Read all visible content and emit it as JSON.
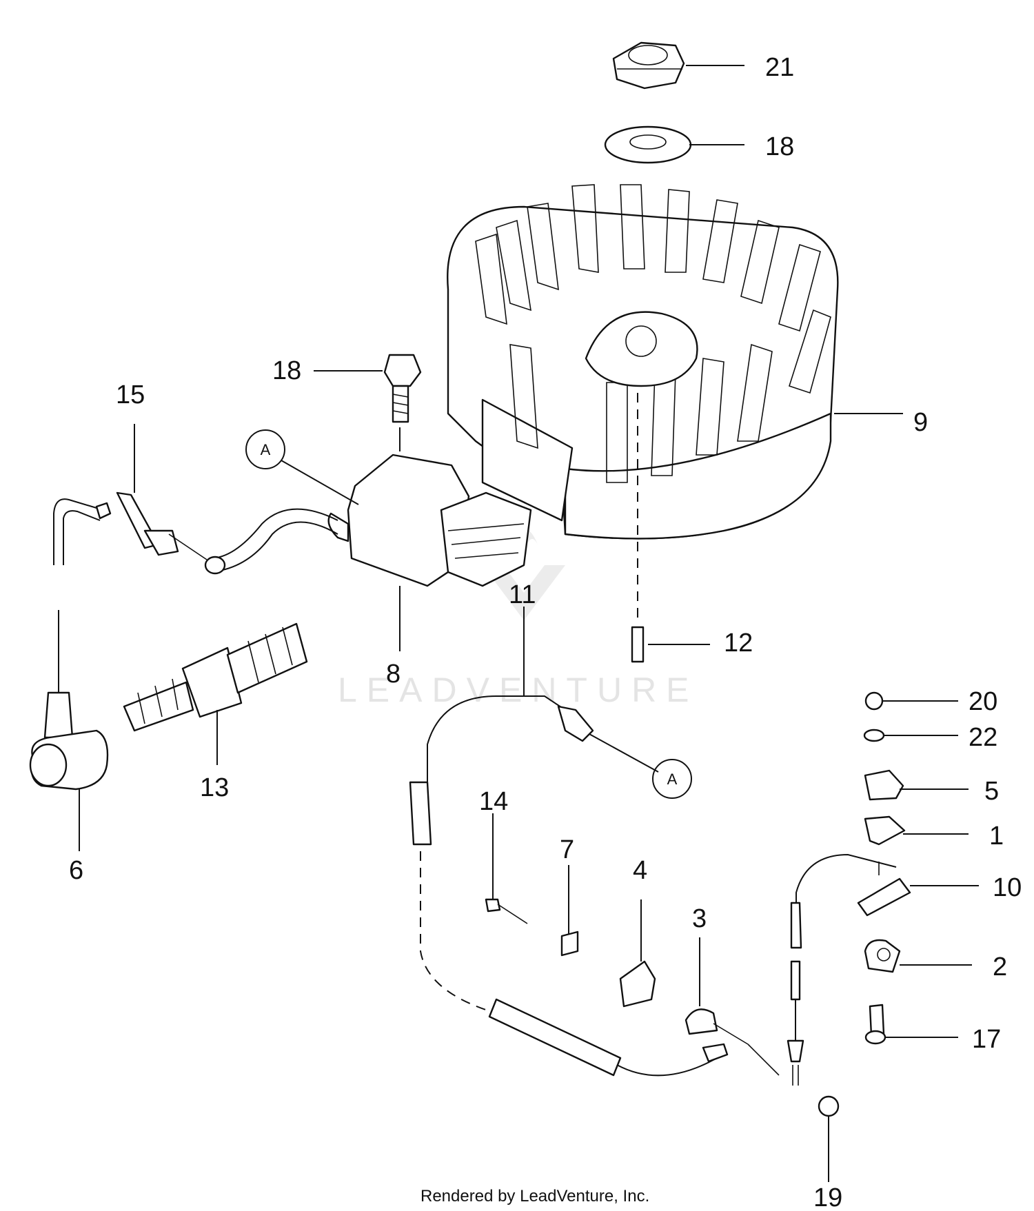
{
  "watermark": "LEADVENTURE",
  "footer": "Rendered by LeadVenture, Inc.",
  "callouts": {
    "A_upper": "A",
    "A_lower": "A"
  },
  "part_labels": {
    "p21": "21",
    "p18_top": "18",
    "p18_bolt": "18",
    "p15": "15",
    "p9": "9",
    "p8": "8",
    "p11": "11",
    "p12": "12",
    "p13": "13",
    "p6": "6",
    "p20": "20",
    "p22": "22",
    "p5": "5",
    "p1": "1",
    "p10": "10",
    "p14": "14",
    "p7": "7",
    "p4": "4",
    "p3": "3",
    "p2": "2",
    "p17": "17",
    "p19": "19"
  }
}
